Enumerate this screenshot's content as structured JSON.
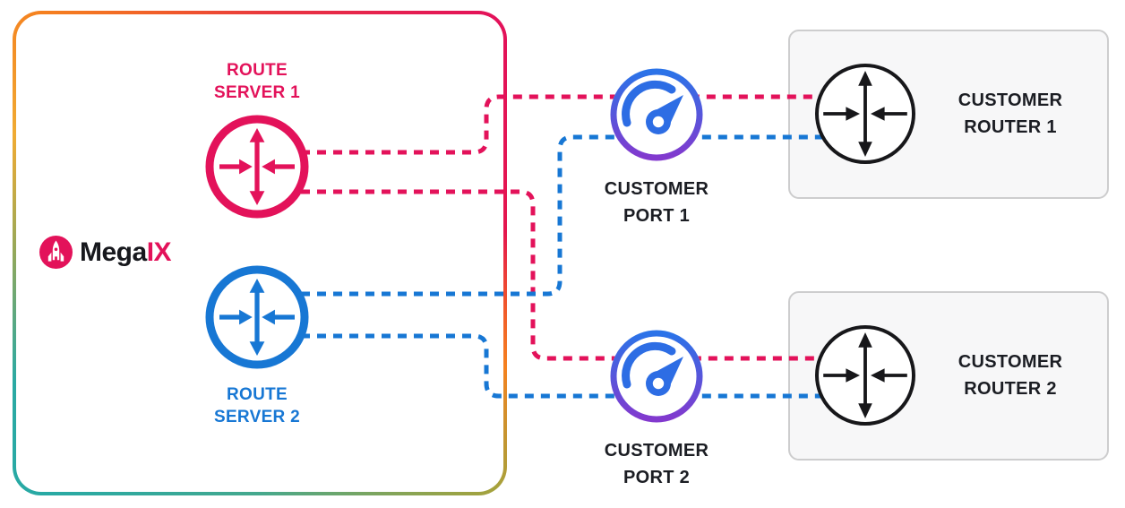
{
  "brand": {
    "text_dark": "Mega",
    "text_accent": "IX"
  },
  "nodes": {
    "route_server_1": {
      "label_lines": [
        "ROUTE",
        "SERVER 1"
      ],
      "color": "#e3125a"
    },
    "route_server_2": {
      "label_lines": [
        "ROUTE",
        "SERVER 2"
      ],
      "color": "#1777d4"
    },
    "customer_port_1": {
      "label_lines": [
        "CUSTOMER",
        "PORT 1"
      ]
    },
    "customer_port_2": {
      "label_lines": [
        "CUSTOMER",
        "PORT 2"
      ]
    },
    "customer_router_1": {
      "label_lines": [
        "CUSTOMER",
        "ROUTER 1"
      ]
    },
    "customer_router_2": {
      "label_lines": [
        "CUSTOMER",
        "ROUTER 2"
      ]
    }
  },
  "connections": [
    {
      "from": "route_server_1",
      "via": "customer_port_1",
      "to": "customer_router_1",
      "color": "#e3125a",
      "style": "dashed"
    },
    {
      "from": "route_server_1",
      "via": "customer_port_2",
      "to": "customer_router_2",
      "color": "#e3125a",
      "style": "dashed"
    },
    {
      "from": "route_server_2",
      "via": "customer_port_1",
      "to": "customer_router_1",
      "color": "#1777d4",
      "style": "dashed"
    },
    {
      "from": "route_server_2",
      "via": "customer_port_2",
      "to": "customer_router_2",
      "color": "#1777d4",
      "style": "dashed"
    }
  ],
  "colors": {
    "accent_pink": "#e3125a",
    "accent_blue": "#1777d4",
    "text_dark": "#1b1d23",
    "port_ring_top": "#2b73e8",
    "port_ring_bottom": "#8239ce",
    "gauge_icon": "#2d6de4",
    "router_icon_black": "#17171a",
    "customer_box_bg": "#f7f7f8",
    "customer_box_border": "#cdcdce",
    "megaix_border_gradient": [
      "#f5821f",
      "#e3125a",
      "#a5a23c",
      "#28a9a4"
    ]
  }
}
